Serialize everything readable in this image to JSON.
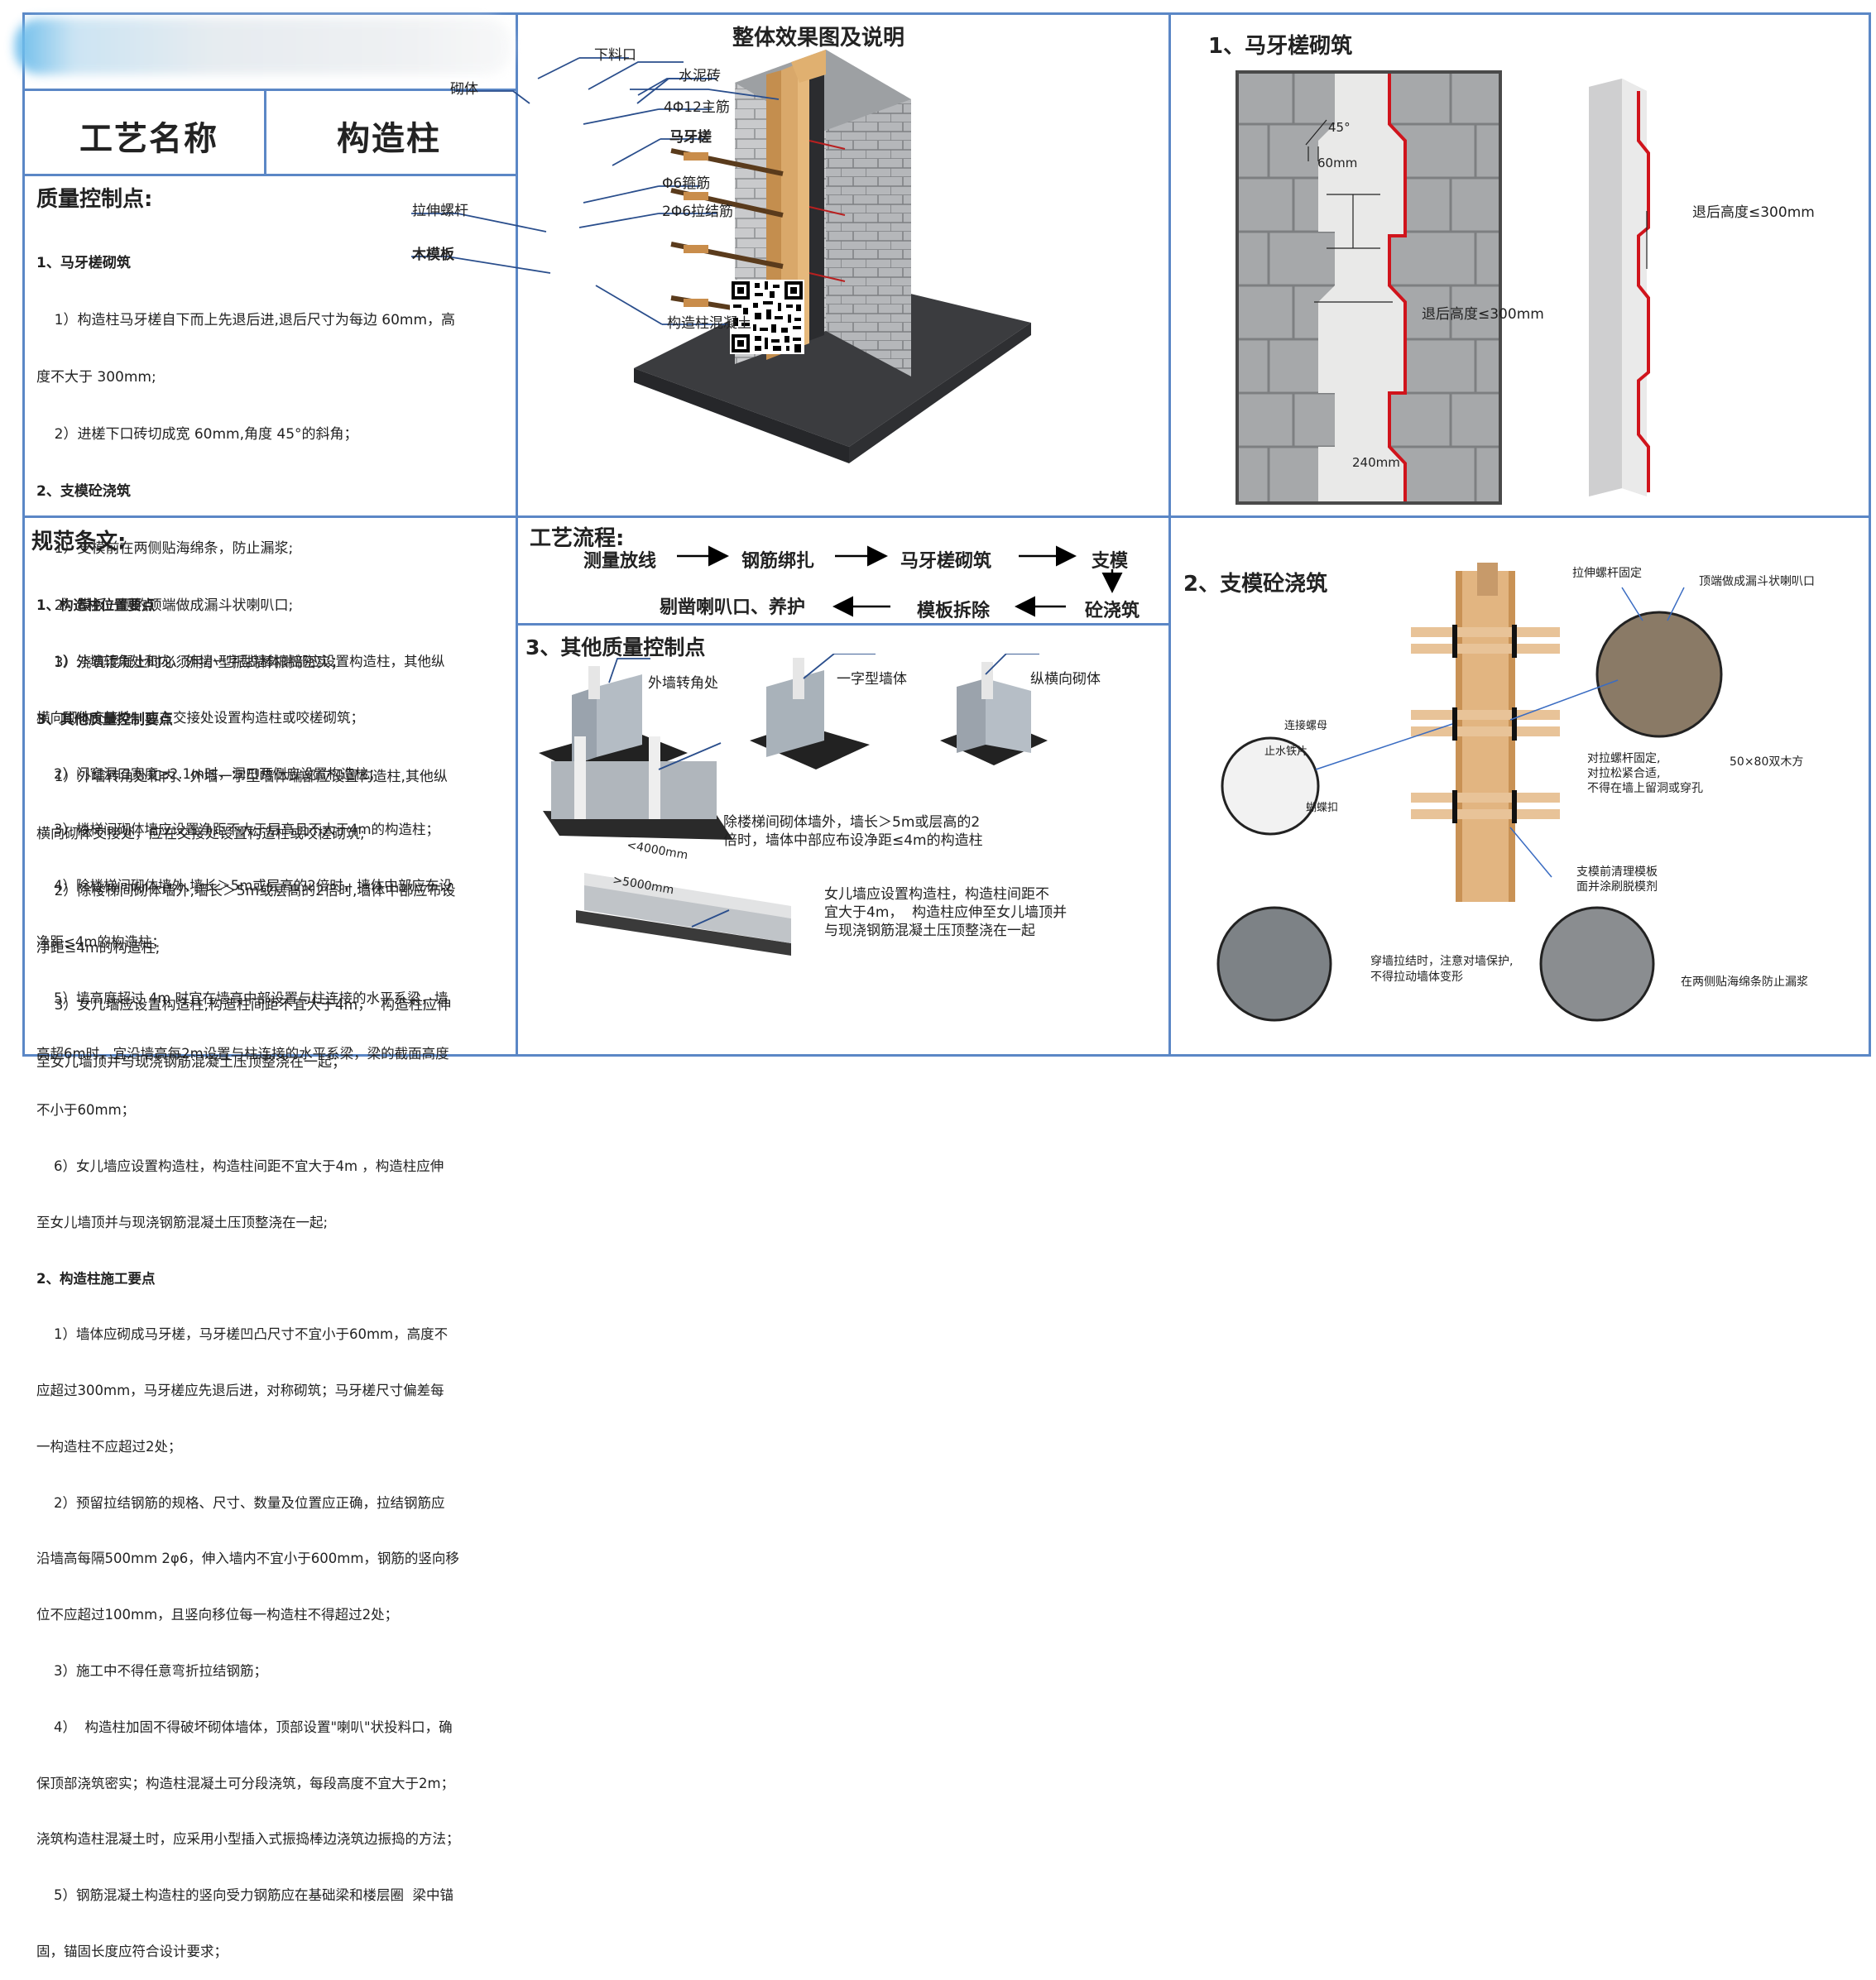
{
  "header": {
    "label_name": "工艺名称",
    "value_name": "构造柱"
  },
  "quality": {
    "title": "质量控制点:",
    "lines": [
      "1、马牙槎砌筑",
      "    1）构造柱马牙槎自下而上先退后进,退后尺寸为每边 60mm，高",
      "度不大于 300mm;",
      "    2）进槎下口砖切成宽 60mm,角度 45°的斜角；",
      "2、支模砼浇筑",
      "    1）支模前在两侧贴海绵条，防止漏浆;",
      "    2）模板一侧的顶端做成漏斗状喇叭口;",
      "    3）浇筑混凝土时必须用小型振捣棒振捣密实；",
      "3、其他质量控制要点",
      "    1）外墙转角处和内、外墙一字型墙体端部应设置构造柱,其他纵",
      "横向砌体交接处，应在交接处设置构造柱或咬槎砌筑;",
      "    2）除楼梯间砌体墙外,墙长＞5m或层高的2倍时,墙体中部应布设",
      "净距≤4m的构造柱;",
      "    3）女儿墙应设置构造柱,构造柱间距不宜大于4m，  构造柱应伸",
      "至女儿墙顶并与现浇钢筋混凝土压顶整浇在一起；"
    ]
  },
  "norm": {
    "title": "规范条文:",
    "lines": [
      "1、构造柱位置要点",
      "    1）外墙转角处和内、外墙一字型墙体端部应设置构造柱，其他纵",
      "横向砌体交接处，应在交接处设置构造柱或咬槎砌筑；",
      "    2）门窗洞口宽度≥2.1m时，洞口两侧应设置构造柱；",
      "    3）楼梯间砌体墙应设置净距不大于层高且不大于4m的构造柱；",
      "    4）除楼梯间砌体墙外,墙长＞5m或层高的2倍时，墙体中部应布设",
      "净距≤4m的构造柱；",
      "    5）墙高度超过 4m 时宜在墙高中部设置与柱连接的水平系梁，墙",
      "高超6m时，宜沿墙高每2m设置与柱连接的水平系梁，梁的截面高度",
      "不小于60mm；",
      "    6）女儿墙应设置构造柱，构造柱间距不宜大于4m ，构造柱应伸",
      "至女儿墙顶并与现浇钢筋混凝土压顶整浇在一起;",
      "2、构造柱施工要点",
      "    1）墙体应砌成马牙槎，马牙槎凹凸尺寸不宜小于60mm，高度不",
      "应超过300mm，马牙槎应先退后进，对称砌筑；马牙槎尺寸偏差每",
      "一构造柱不应超过2处；",
      "    2）预留拉结钢筋的规格、尺寸、数量及位置应正确，拉结钢筋应",
      "沿墙高每隔500mm 2φ6，伸入墙内不宜小于600mm，钢筋的竖向移",
      "位不应超过100mm，且竖向移位每一构造柱不得超过2处；",
      "    3）施工中不得任意弯折拉结钢筋；",
      "    4）  构造柱加固不得破坏砌体墙体，顶部设置\"喇叭\"状投料口，确",
      "保顶部浇筑密实；构造柱混凝土可分段浇筑，每段高度不宜大于2m；",
      "浇筑构造柱混凝土时，应采用小型插入式振捣棒边浇筑边振捣的方法；",
      "    5）钢筋混凝土构造柱的竖向受力钢筋应在基础梁和楼层圈  梁中锚",
      "固，锚固长度应符合设计要求；"
    ]
  },
  "overview": {
    "title": "整体效果图及说明",
    "labels": {
      "xialiaokou": "下料口",
      "qiti": "砌体",
      "shuinizhuan": "水泥砖",
      "zhujin": "4Φ12主筋",
      "mayacha": "马牙槎",
      "gujin": "Φ6箍筋",
      "lajiejin": "2Φ6拉结筋",
      "lashenluogan": "拉伸螺杆",
      "mumuban": "木模板",
      "hunningtu": "构造柱混凝土"
    }
  },
  "process": {
    "title": "工艺流程:",
    "steps": [
      "测量放线",
      "钢筋绑扎",
      "马牙槎砌筑",
      "支模",
      "砼浇筑",
      "模板拆除",
      "剔凿喇叭口、养护"
    ]
  },
  "section1": {
    "title": "1、马牙槎砌筑",
    "angle": "45°",
    "width60": "60mm",
    "retreat": "退后高度≤300mm",
    "width240": "240mm",
    "retreat3d": "退后高度≤300mm"
  },
  "section2": {
    "title": "2、支模砼浇筑",
    "labels": {
      "luogan": "拉伸螺杆固定",
      "labaokou": "顶端做成漏斗状喇叭口",
      "lianjieluomu": "连接螺母",
      "zhishui": "止水铁片",
      "dieluokou": "蝴蝶扣",
      "duila": "对拉螺杆固定,\n对拉松紧合适,\n不得在墙上留洞或穿孔",
      "shuangmufang": "50×80双木方",
      "tuomoji": "支模前清理模板\n面并涂刷脱模剂",
      "chuanqiang": "穿墙拉结时，注意对墙保护,\n不得拉动墙体变形",
      "haimiantiao": "在两侧贴海绵条防止漏浆"
    }
  },
  "section3": {
    "title": "3、其他质量控制点",
    "labels": {
      "waiqiang": "外墙转角处",
      "yizixing": "一字型墙体",
      "zonghengxiang": "纵横向砌体",
      "dim4000": "<4000mm",
      "dim5000": ">5000mm",
      "louti": "除楼梯间砌体墙外，墙长＞5m或层高的2\n倍时，墙体中部应布设净距≤4m的构造柱",
      "nverqiang": "女儿墙应设置构造柱，构造柱间距不\n宜大于4m，  构造柱应伸至女儿墙顶并\n与现浇钢筋混凝土压顶整浇在一起"
    }
  },
  "colors": {
    "frame": "#5b87c6",
    "wood": "#d9a86a",
    "red": "#d0141c",
    "block": "#a9aaa8"
  }
}
